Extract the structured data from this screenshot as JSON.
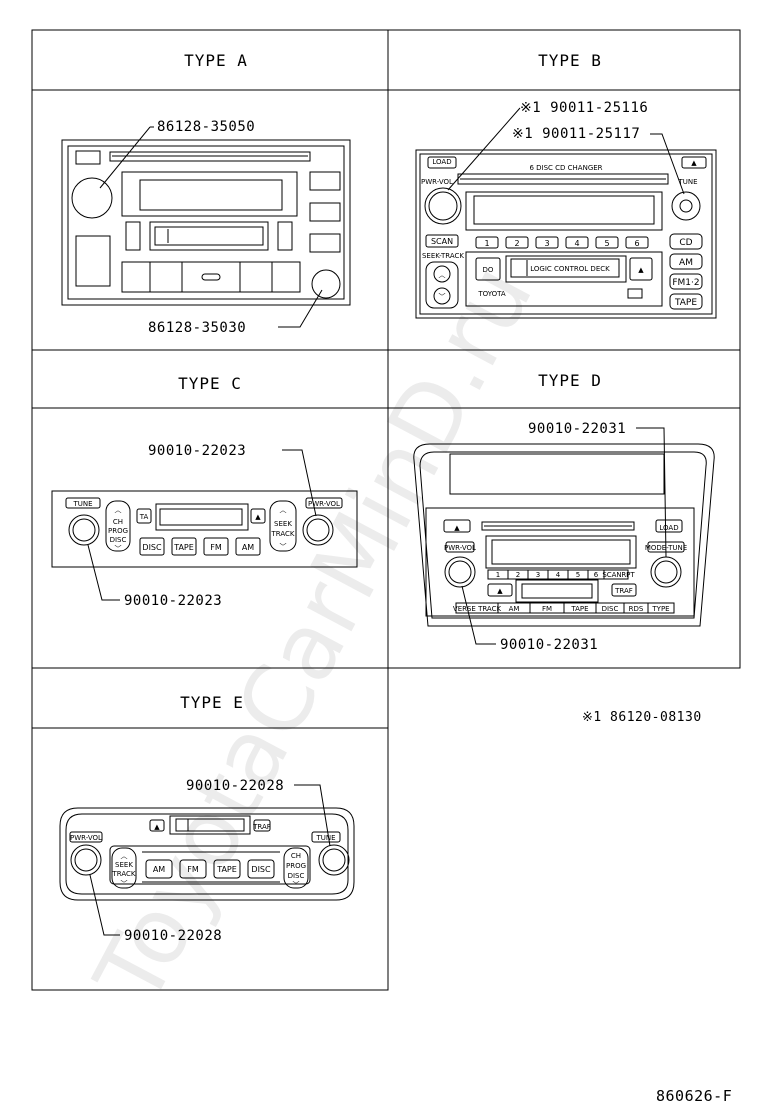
{
  "watermark": "ToyotaCarMinD.ru",
  "drawing_number": "860626-F",
  "legend_note": "※1 86120-08130",
  "type_a": {
    "title": "TYPE A",
    "part_upper": "86128-35050",
    "part_lower": "86128-35030"
  },
  "type_b": {
    "title": "TYPE B",
    "part_1": "※1 90011-25116",
    "part_2": "※1 90011-25117",
    "labels": {
      "load": "LOAD",
      "changer": "6 DISC CD CHANGER",
      "pwr_vol": "PWR-VOL",
      "tune": "TUNE",
      "scan": "SCAN",
      "seek_track": "SEEK-TRACK",
      "presets": [
        "1",
        "2",
        "3",
        "4",
        "5",
        "6"
      ],
      "dolby": "DO",
      "deck": "LOGIC CONTROL DECK",
      "toyota": "TOYOTA",
      "cd": "CD",
      "am": "AM",
      "fm": "FM1·2",
      "tape": "TAPE"
    }
  },
  "type_c": {
    "title": "TYPE C",
    "part_upper": "90010-22023",
    "part_lower": "90010-22023",
    "labels": {
      "tune": "TUNE",
      "pwr_vol": "PWR-VOL",
      "ch": "CH",
      "prog": "PROG",
      "disc": "DISC",
      "ta": "TA",
      "seek": "SEEK",
      "track": "TRACK",
      "buttons": [
        "DISC",
        "TAPE",
        "FM",
        "AM"
      ]
    }
  },
  "type_d": {
    "title": "TYPE D",
    "part_upper": "90010-22031",
    "part_lower": "90010-22031",
    "labels": {
      "load": "LOAD",
      "pwr_vol": "PWR-VOL",
      "mode_tune": "MODE-TUNE",
      "presets": [
        "1",
        "2",
        "3",
        "4",
        "5",
        "6"
      ],
      "scan": "SCAN",
      "rpt": "RPT",
      "traf": "TRAF",
      "bottom": [
        "VERSE TRACK",
        "AM",
        "FM",
        "TAPE",
        "DISC",
        "RDS",
        "TYPE"
      ]
    }
  },
  "type_e": {
    "title": "TYPE E",
    "part_upper": "90010-22028",
    "part_lower": "90010-22028",
    "labels": {
      "pwr_vol": "PWR-VOL",
      "tune": "TUNE",
      "traf": "TRAF",
      "seek": "SEEK",
      "track": "TRACK",
      "buttons": [
        "AM",
        "FM",
        "TAPE",
        "DISC"
      ],
      "ch": "CH",
      "prog": "PROG",
      "disc": "DISC"
    }
  }
}
